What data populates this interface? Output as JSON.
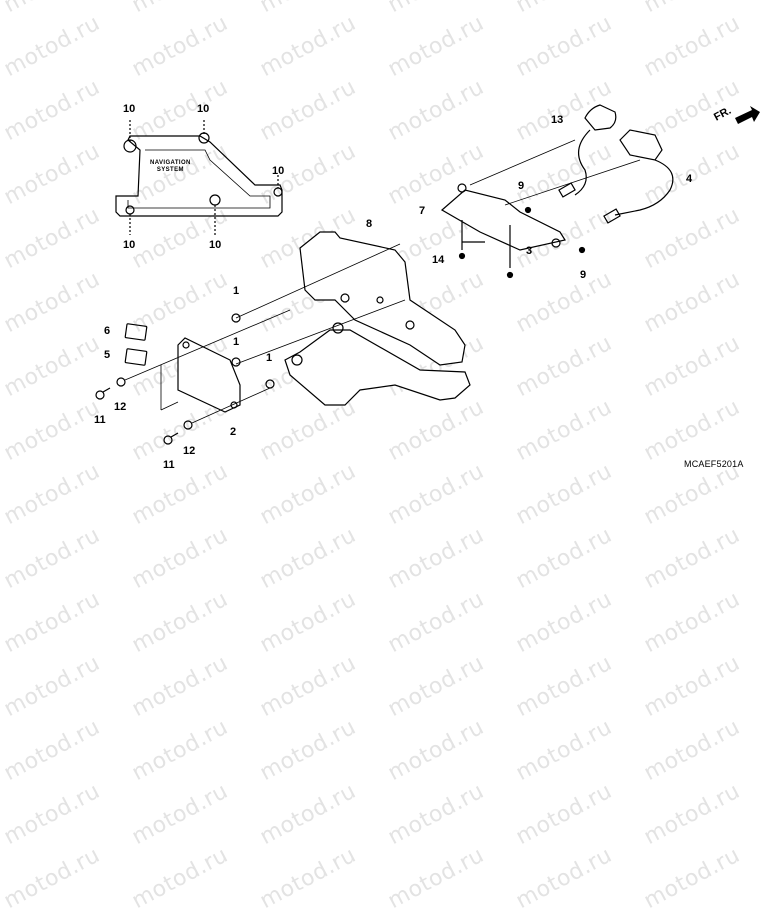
{
  "watermark": {
    "text": "motod.ru",
    "color": "#e3e3e3"
  },
  "diagram": {
    "direction_indicator": "FR.",
    "drawing_code": "MCAEF5201A",
    "nav_label_line1": "NAVIGATION",
    "nav_label_line2": "SYSTEM",
    "callouts": [
      {
        "id": "c10a",
        "number": "10"
      },
      {
        "id": "c10b",
        "number": "10"
      },
      {
        "id": "c10c",
        "number": "10"
      },
      {
        "id": "c10d",
        "number": "10"
      },
      {
        "id": "c10e",
        "number": "10"
      },
      {
        "id": "c13",
        "number": "13"
      },
      {
        "id": "c4",
        "number": "4"
      },
      {
        "id": "c9a",
        "number": "9"
      },
      {
        "id": "c9b",
        "number": "9"
      },
      {
        "id": "c7",
        "number": "7"
      },
      {
        "id": "c14",
        "number": "14"
      },
      {
        "id": "c3",
        "number": "3"
      },
      {
        "id": "c8",
        "number": "8"
      },
      {
        "id": "c1a",
        "number": "1"
      },
      {
        "id": "c1b",
        "number": "1"
      },
      {
        "id": "c1c",
        "number": "1"
      },
      {
        "id": "c6",
        "number": "6"
      },
      {
        "id": "c5",
        "number": "5"
      },
      {
        "id": "c12a",
        "number": "12"
      },
      {
        "id": "c11a",
        "number": "11"
      },
      {
        "id": "c2",
        "number": "2"
      },
      {
        "id": "c12b",
        "number": "12"
      },
      {
        "id": "c11b",
        "number": "11"
      }
    ]
  }
}
